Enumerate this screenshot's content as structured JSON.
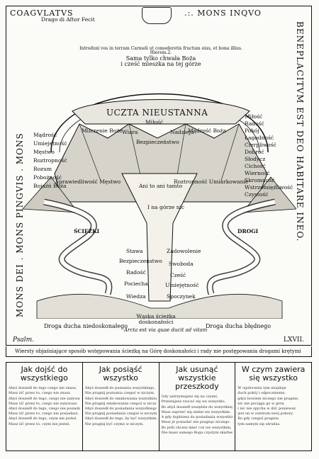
{
  "header": {
    "left": "COAGVLATVS",
    "right": ".:. MONS INQVO",
    "emblem_note": "Drago di Aftor Fecit"
  },
  "vertical": {
    "left": "MONS DEI . MONS PINGVIS . MONS",
    "right": "BENEPLACITVM EST DEO HABITARE INEO."
  },
  "banner": {
    "latin": "Introduxi vos in terram Carmeli ut comederetis fructum eius, et bona illius. Hierem.2.",
    "polish1": "Sama tylko chwała Boża",
    "polish2": "i cześć mieszka na tej górze"
  },
  "mountain": {
    "feast": "UCZTA NIEUSTANNA",
    "peak_left": "Milczenie Boże",
    "peak_center": "Miłość",
    "peak_right": "Mądrość Boża",
    "left_list": [
      "Mądrość",
      "Umiejętność",
      "Męstwo",
      "Roztropność",
      "Rozum",
      "Pobożność",
      "Bojaźń Boża"
    ],
    "right_list": [
      "Miłość",
      "Radość",
      "Pokój",
      "Łagodność",
      "Cierpliwość",
      "Dobroć",
      "Słodycz",
      "Cichość",
      "Wierność",
      "Skromność",
      "Wstrzemięźliwość",
      "Czystość"
    ],
    "center_top": [
      "Wiara",
      "Nadzieja",
      "Bezpieczeństwo"
    ],
    "center_mid": [
      "Ani to ani tamto"
    ],
    "center_low": [
      "I na górze nic"
    ],
    "lower_left": [
      "Stawa",
      "Bezpieczeństwo",
      "Radość",
      "Pociecha",
      "Wiedza"
    ],
    "lower_right": [
      "Zadowolenie",
      "Swoboda",
      "Cześć",
      "Umiejętność",
      "Spoczynek"
    ],
    "path_center": "Wąska ścieżka doskonałości",
    "path_motto": "Arcta est via quae ducit ad vitam",
    "path_left": "Droga ducha niedoskonałego",
    "path_right": "Droga ducha błędnego",
    "spirit_left": "Sprawiedliwość Męstwo",
    "spirit_right": "Roztropność Umiarkowanie",
    "scroll_left": "ŚCIEŻKI",
    "scroll_right": "DROGI"
  },
  "footer": {
    "psalm": "Psalm.",
    "psalm_num": "LXVII.",
    "caption": "Wiersty objaśniające sposób wstępowania ścieżką na Górę doskonałości i rady nie postępowania drogami krętymi"
  },
  "columns": [
    {
      "title": "Jak dojść do wszystkiego",
      "lines": [
        "Abyś doszedł do tego czego nie znasz,",
        "Masz iść przez to, czego nie znasz.",
        "Abyś doszedł do tego, czego nie zażywasz,",
        "Masz iść przez to, czego nie zażywasz.",
        "Abyś doszedł do tego, czego nie posiadasz,",
        "Masz iść przez to, czego nie posiadasz.",
        "Abyś doszedł do tego, czym nie jesteś,",
        "Masz iść przez to, czym nie jesteś."
      ]
    },
    {
      "title": "Jak posiąść wszystko",
      "lines": [
        "Abyś doszedł do poznania wszystkiego,",
        "Nie pragnij poznania czegoś w niczym.",
        "Abyś doszedł do smakowania wszystkiego,",
        "Nie pragnij smakowania czegoś w niczym.",
        "Abyś doszedł do posiadania wszystkiego,",
        "Nie pragnij posiadania czegoś w niczym.",
        "Abyś doszedł do tego, by być wszystkim,",
        "Nie pragnij być czymś w niczym."
      ]
    },
    {
      "title": "Jak usunąć wszystkie przeszkody",
      "lines": [
        "Gdy zatrzymujesz się na czymś,",
        "Przestajesz rzucać się we wszystko.",
        "Bo abyś doszedł wszędzie do wszystkiego,",
        "Masz zaprzeć się siebie we wszystkim.",
        "A gdy dojdziesz do posiadania wszystkiego,",
        "Masz je posiadać nie pragnąc niczego.",
        "Bo jeśli chcesz mieć coś we wszystkim,",
        "Nie masz samego Boga czystym skarbem."
      ]
    },
    {
      "title": "W czym zawiera się wszystko",
      "lines": [
        "W ogołoceniu tym znajduje",
        "duch pokój i odpocznienie,",
        "gdyż bowiem niczego nie pragnie,",
        "nic nie pociąga go w górę",
        "i nic nie spycha w dół, ponieważ",
        "jest on w centrum swej pokory.",
        "Bo gdy czegoś pragnie,",
        "tym samym się utrudza."
      ]
    }
  ]
}
